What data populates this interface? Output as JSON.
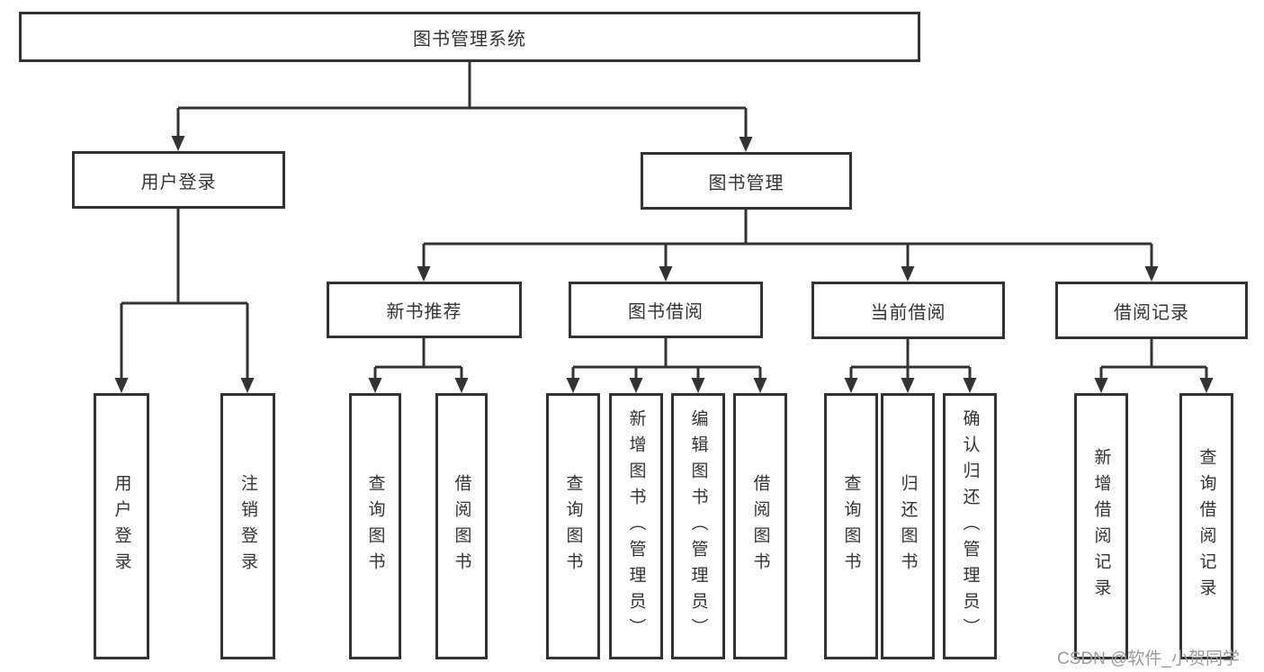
{
  "tree": {
    "label": "图书管理系统",
    "children": [
      {
        "label": "用户登录",
        "children": [
          {
            "label": "用户登录"
          },
          {
            "label": "注销登录"
          }
        ]
      },
      {
        "label": "图书管理",
        "children": [
          {
            "label": "新书推荐",
            "children": [
              {
                "label": "查询图书"
              },
              {
                "label": "借阅图书"
              }
            ]
          },
          {
            "label": "图书借阅",
            "children": [
              {
                "label": "查询图书"
              },
              {
                "label": "新增图书（管理员）"
              },
              {
                "label": "编辑图书（管理员）"
              },
              {
                "label": "借阅图书"
              }
            ]
          },
          {
            "label": "当前借阅",
            "children": [
              {
                "label": "查询图书"
              },
              {
                "label": "归还图书"
              },
              {
                "label": "确认归还（管理员）"
              }
            ]
          },
          {
            "label": "借阅记录",
            "children": [
              {
                "label": "新增借阅记录"
              },
              {
                "label": "查询借阅记录"
              }
            ]
          }
        ]
      }
    ]
  },
  "watermark": {
    "text": "CSDN @软件_小贺同学"
  },
  "colors": {
    "line": "#333333",
    "text": "#333333",
    "box_fill": "#ffffff",
    "watermark": "#9b9b9b"
  }
}
